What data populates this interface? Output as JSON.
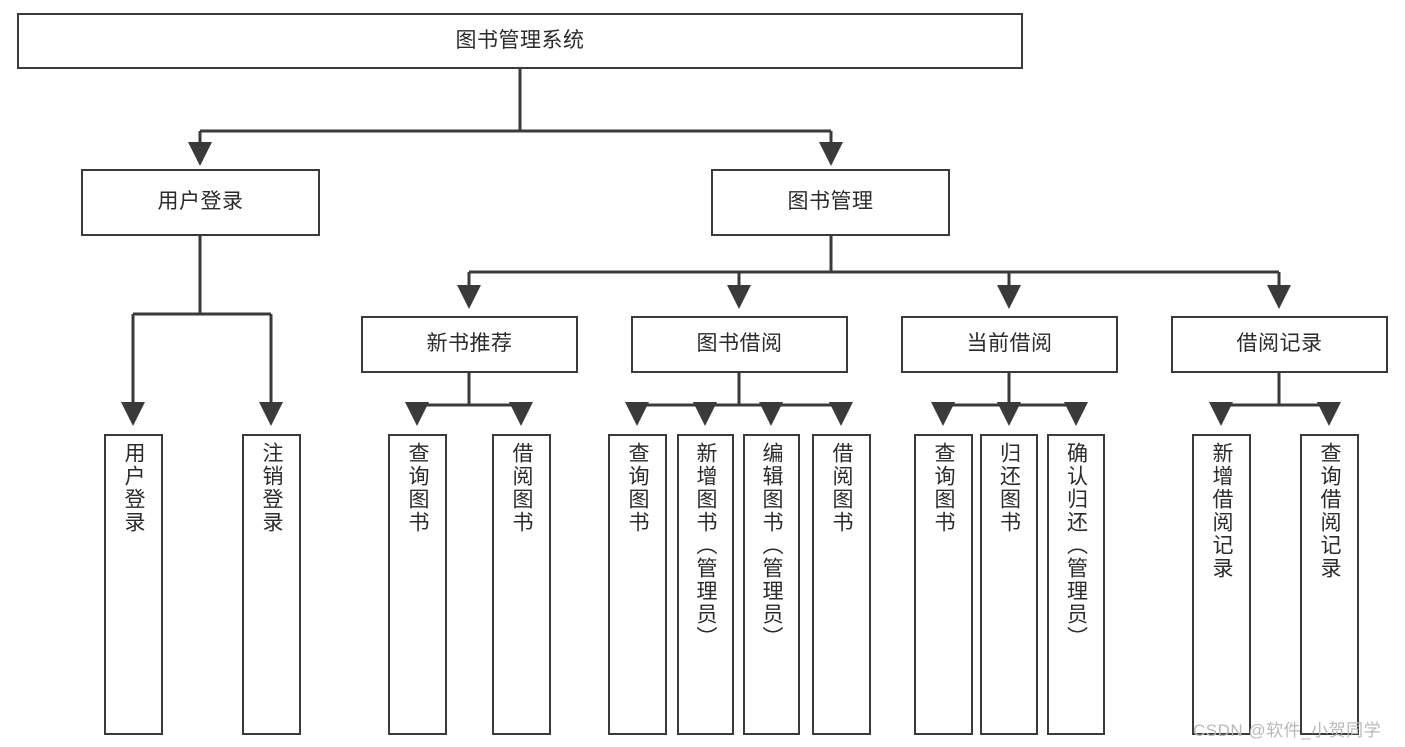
{
  "diagram": {
    "type": "tree-hierarchy",
    "title": "图书管理系统",
    "root": {
      "label": "图书管理系统"
    },
    "level1": [
      {
        "label": "用户登录"
      },
      {
        "label": "图书管理"
      }
    ],
    "level2": [
      {
        "label": "新书推荐",
        "parent": "图书管理"
      },
      {
        "label": "图书借阅",
        "parent": "图书管理"
      },
      {
        "label": "当前借阅",
        "parent": "图书管理"
      },
      {
        "label": "借阅记录",
        "parent": "图书管理"
      }
    ],
    "leaves": [
      {
        "label": "用户登录",
        "parent": "用户登录"
      },
      {
        "label": "注销登录",
        "parent": "用户登录"
      },
      {
        "label": "查询图书",
        "parent": "新书推荐"
      },
      {
        "label": "借阅图书",
        "parent": "新书推荐"
      },
      {
        "label": "查询图书",
        "parent": "图书借阅"
      },
      {
        "label": "新增图书（管理员）",
        "parent": "图书借阅"
      },
      {
        "label": "编辑图书（管理员）",
        "parent": "图书借阅"
      },
      {
        "label": "借阅图书",
        "parent": "图书借阅"
      },
      {
        "label": "查询图书",
        "parent": "当前借阅"
      },
      {
        "label": "归还图书",
        "parent": "当前借阅"
      },
      {
        "label": "确认归还（管理员）",
        "parent": "当前借阅"
      },
      {
        "label": "新增借阅记录",
        "parent": "借阅记录"
      },
      {
        "label": "查询借阅记录",
        "parent": "借阅记录"
      }
    ],
    "watermark": "CSDN @软件_小贺同学",
    "colors": {
      "stroke": "#3a3a3a",
      "background": "#ffffff",
      "text": "#2b2b2b",
      "watermark": "#b9b9b9"
    }
  }
}
